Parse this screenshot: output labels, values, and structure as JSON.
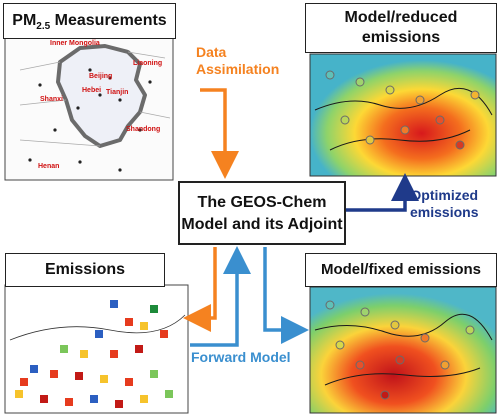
{
  "panels": {
    "pm25": {
      "title_main": "PM",
      "title_sub": "2.5",
      "title_rest": " Measurements",
      "map_labels": [
        "Inner Mongolia",
        "Liaoning",
        "Beijing",
        "Hebei",
        "Tianjin",
        "Shanxi",
        "Shandong",
        "Henan"
      ]
    },
    "model_reduced": {
      "title_line1": "Model/reduced",
      "title_line2": "emissions"
    },
    "emissions": {
      "title": "Emissions"
    },
    "model_fixed": {
      "title": "Model/fixed emissions"
    }
  },
  "center_box": {
    "line1": "The GEOS-Chem",
    "line2": "Model and its Adjoint"
  },
  "arrows": {
    "data_assimilation": {
      "line1": "Data",
      "line2": "Assimilation",
      "color": "#f58220"
    },
    "forward_model": {
      "label": "Forward Model",
      "color": "#3a8fcf"
    },
    "optimized": {
      "line1": "Optimized",
      "line2": "emissions",
      "color": "#1f3a8a"
    }
  }
}
